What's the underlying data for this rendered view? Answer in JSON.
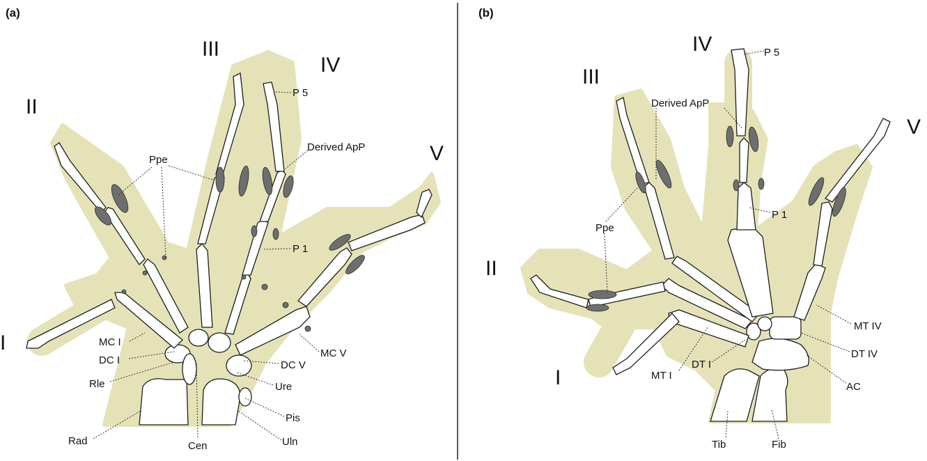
{
  "panel_a": {
    "tag": "(a)",
    "digits": {
      "I": "I",
      "II": "II",
      "III": "III",
      "IV": "IV",
      "V": "V"
    },
    "labels": {
      "ppe": "Ppe",
      "p5": "P 5",
      "derived_app": "Derived ApP",
      "p1": "P 1",
      "mc1": "MC I",
      "dc1": "DC I",
      "rle": "Rle",
      "rad": "Rad",
      "cen": "Cen",
      "uln": "Uln",
      "pis": "Pis",
      "ure": "Ure",
      "dc5": "DC V",
      "mc5": "MC V"
    }
  },
  "panel_b": {
    "tag": "(b)",
    "digits": {
      "I": "I",
      "II": "II",
      "III": "III",
      "IV": "IV",
      "V": "V"
    },
    "labels": {
      "p5": "P 5",
      "derived_app": "Derived ApP",
      "p1": "P 1",
      "ppe": "Ppe",
      "mt4": "MT IV",
      "dt4": "DT IV",
      "ac": "AC",
      "mt1": "MT I",
      "dt1": "DT I",
      "tib": "Tib",
      "fib": "Fib"
    }
  },
  "colors": {
    "webbing": "#e6e2b8",
    "bone_fill": "#ffffff",
    "bone_outline": "#1c1c1c",
    "sesamoid": "#6e6e6e",
    "divider": "#222222"
  }
}
